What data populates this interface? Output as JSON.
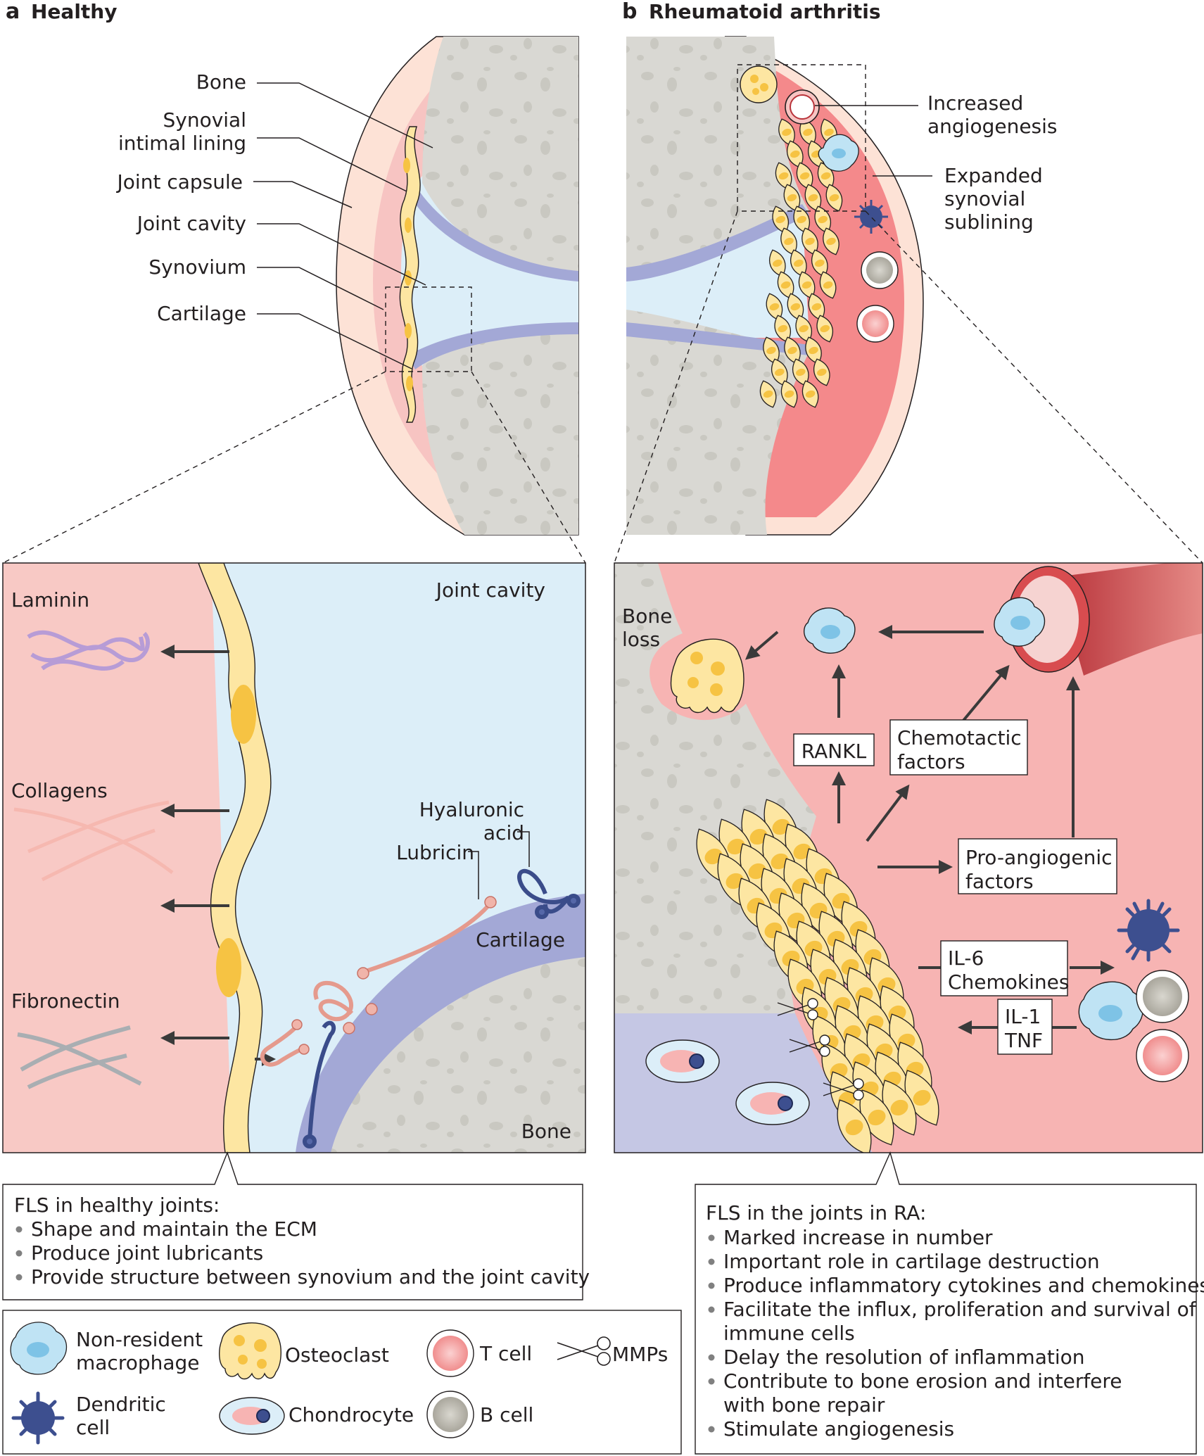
{
  "panel_a": {
    "letter": "a",
    "title": "Healthy",
    "labels": {
      "bone": "Bone",
      "synovial_intimal_lining": [
        "Synovial",
        "intimal lining"
      ],
      "joint_capsule": "Joint capsule",
      "joint_cavity": "Joint cavity",
      "synovium": "Synovium",
      "cartilage": "Cartilage"
    },
    "zoom_labels": {
      "laminin": "Laminin",
      "collagens": "Collagens",
      "fibronectin": "Fibronectin",
      "joint_cavity": "Joint cavity",
      "hyaluronic_acid": [
        "Hyaluronic",
        "acid"
      ],
      "lubricin": "Lubricin",
      "cartilage": "Cartilage",
      "bone": "Bone"
    },
    "summary": {
      "heading": "FLS in healthy joints:",
      "items": [
        "Shape and maintain the ECM",
        "Produce joint lubricants",
        "Provide structure between synovium and the joint cavity"
      ]
    }
  },
  "panel_b": {
    "letter": "b",
    "title": "Rheumatoid arthritis",
    "labels": {
      "increased_angiogenesis": [
        "Increased",
        "angiogenesis"
      ],
      "expanded_synovial_sublining": [
        "Expanded",
        "synovial",
        "sublining"
      ]
    },
    "zoom_labels": {
      "bone_loss": [
        "Bone",
        "loss"
      ],
      "rankl": "RANKL",
      "chemotactic_factors": [
        "Chemotactic",
        "factors"
      ],
      "pro_angiogenic_factors": [
        "Pro-angiogenic",
        "factors"
      ],
      "il6_chemokines": [
        "IL-6",
        "Chemokines"
      ],
      "il1_tnf": [
        "IL-1",
        "TNF"
      ]
    },
    "summary": {
      "heading": "FLS in the joints in RA:",
      "items": [
        [
          "Marked increase in number"
        ],
        [
          "Important role in cartilage destruction"
        ],
        [
          "Produce inflammatory cytokines and chemokines"
        ],
        [
          "Facilitate the influx, proliferation and survival of",
          "immune cells"
        ],
        [
          "Delay the resolution of inflammation"
        ],
        [
          "Contribute to bone erosion and interfere",
          "with bone repair"
        ],
        [
          "Stimulate angiogenesis"
        ]
      ]
    }
  },
  "legend": {
    "macrophage": [
      "Non-resident",
      "macrophage"
    ],
    "dendritic": [
      "Dendritic",
      "cell"
    ],
    "osteoclast": "Osteoclast",
    "chondrocyte": "Chondrocyte",
    "t_cell": "T cell",
    "b_cell": "B cell",
    "mmps": "MMPs"
  },
  "colors": {
    "bone": "#d9d8d3",
    "bone_spots": "#cfcec8",
    "cartilage": "#a3a8d6",
    "cavity": "#dceef8",
    "synovium_pink": "#f7c4c2",
    "capsule": "#fde2d6",
    "fls": "#fde6a2",
    "fls_nucleus": "#f6c343",
    "macrophage": "#bfe3f4",
    "dendritic": "#3d4f8f",
    "t_cell": "#f7a6a6",
    "b_cell": "#c6c4bc",
    "lubricin": "#e59a8d",
    "hyaluronic": "#3a4c8a",
    "laminin": "#b79cd6",
    "collagen": "#f6b8b0",
    "fibronectin": "#a9aeb2",
    "vessel": "#d84c4f"
  }
}
